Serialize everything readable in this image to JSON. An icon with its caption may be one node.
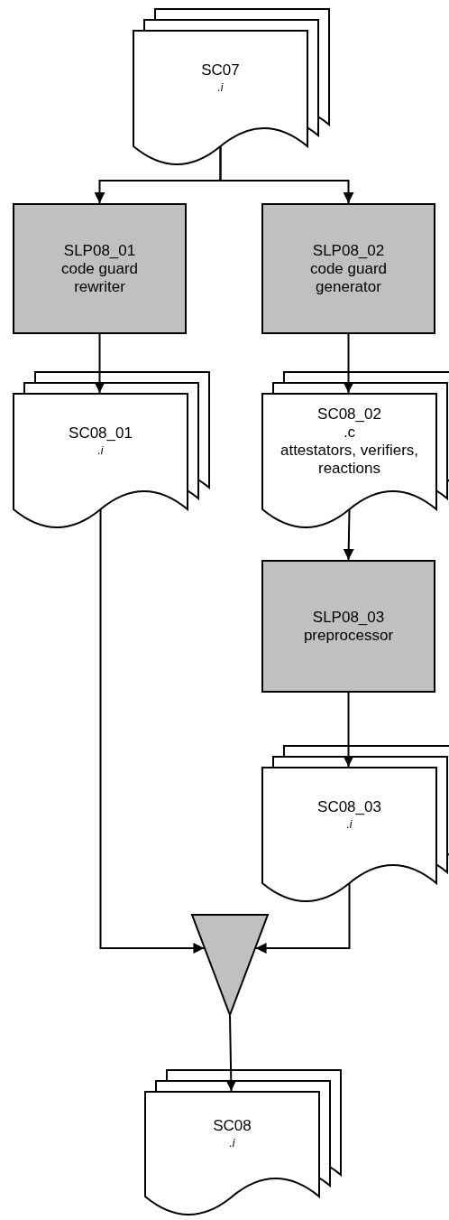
{
  "diagram": {
    "nodes": [
      {
        "text": [
          "SC07",
          ".i"
        ]
      },
      {
        "text": [
          "SLP08_01 code guard rewriter"
        ]
      },
      {
        "text": [
          "SLP08_02 code guard generator"
        ]
      },
      {
        "text": [
          "SC08_01",
          ".i"
        ]
      },
      {
        "text": [
          "SC08_02",
          ".c",
          "attestators, verifiers, reactions"
        ]
      },
      {
        "text": [
          "SLP08_03 preprocessor"
        ]
      },
      {
        "text": [
          "SC08_03",
          ".i"
        ]
      },
      {
        "text": [],
        "shape": "triangle"
      },
      {
        "text": [
          "SC08",
          ".i"
        ]
      }
    ],
    "edges": [
      {
        "from": 0,
        "to": 1,
        "arrow": "to"
      },
      {
        "from": 0,
        "to": 2,
        "arrow": "to"
      },
      {
        "from": 1,
        "to": 3,
        "arrow": "to"
      },
      {
        "from": 2,
        "to": 4,
        "arrow": "to"
      },
      {
        "from": 4,
        "to": 5,
        "arrow": "to"
      },
      {
        "from": 5,
        "to": 6,
        "arrow": "to"
      },
      {
        "from": 3,
        "to": 7,
        "arrow": "to"
      },
      {
        "from": 6,
        "to": 7,
        "arrow": "to"
      },
      {
        "from": 7,
        "to": 8,
        "arrow": "to"
      }
    ]
  }
}
